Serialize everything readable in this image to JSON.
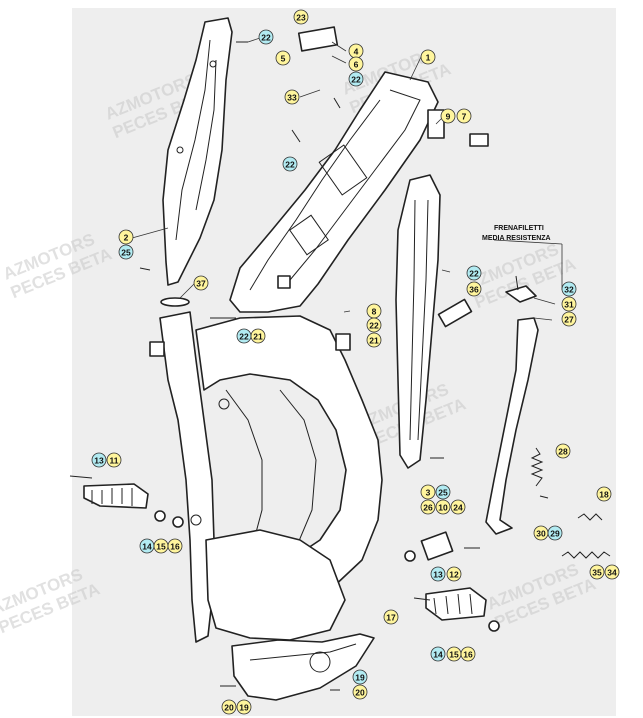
{
  "note_lines": [
    "FRENAFILETTI",
    "MEDIA RESISTENZA"
  ],
  "watermark": {
    "line1": "AZMOTORS",
    "line2": "PECES BETA"
  },
  "colors": {
    "yellow": "#fff59d",
    "cyan": "#b2ebf2",
    "panel": "#eeeeee"
  },
  "callouts": [
    {
      "label": "23",
      "color": "yellow"
    },
    {
      "label": "22",
      "color": "cyan"
    },
    {
      "label": "4",
      "color": "yellow"
    },
    {
      "label": "5",
      "color": "yellow"
    },
    {
      "label": "6",
      "color": "yellow"
    },
    {
      "label": "22",
      "color": "cyan"
    },
    {
      "label": "1",
      "color": "yellow"
    },
    {
      "label": "33",
      "color": "yellow"
    },
    {
      "label": "9",
      "color": "yellow"
    },
    {
      "label": "7",
      "color": "yellow"
    },
    {
      "label": "22",
      "color": "cyan"
    },
    {
      "label": "2",
      "color": "yellow"
    },
    {
      "label": "25",
      "color": "cyan"
    },
    {
      "label": "37",
      "color": "yellow"
    },
    {
      "label": "22",
      "color": "cyan"
    },
    {
      "label": "32",
      "color": "cyan"
    },
    {
      "label": "36",
      "color": "yellow"
    },
    {
      "label": "31",
      "color": "yellow"
    },
    {
      "label": "8",
      "color": "yellow"
    },
    {
      "label": "27",
      "color": "yellow"
    },
    {
      "label": "22",
      "color": "yellow"
    },
    {
      "label": "22",
      "color": "cyan"
    },
    {
      "label": "21",
      "color": "yellow"
    },
    {
      "label": "21",
      "color": "yellow"
    },
    {
      "label": "28",
      "color": "yellow"
    },
    {
      "label": "13",
      "color": "cyan"
    },
    {
      "label": "11",
      "color": "yellow"
    },
    {
      "label": "3",
      "color": "yellow"
    },
    {
      "label": "25",
      "color": "cyan"
    },
    {
      "label": "18",
      "color": "yellow"
    },
    {
      "label": "26",
      "color": "yellow"
    },
    {
      "label": "10",
      "color": "yellow"
    },
    {
      "label": "24",
      "color": "yellow"
    },
    {
      "label": "30",
      "color": "yellow"
    },
    {
      "label": "29",
      "color": "cyan"
    },
    {
      "label": "14",
      "color": "cyan"
    },
    {
      "label": "15",
      "color": "yellow"
    },
    {
      "label": "16",
      "color": "yellow"
    },
    {
      "label": "13",
      "color": "cyan"
    },
    {
      "label": "12",
      "color": "yellow"
    },
    {
      "label": "35",
      "color": "yellow"
    },
    {
      "label": "34",
      "color": "yellow"
    },
    {
      "label": "17",
      "color": "yellow"
    },
    {
      "label": "14",
      "color": "cyan"
    },
    {
      "label": "15",
      "color": "yellow"
    },
    {
      "label": "16",
      "color": "yellow"
    },
    {
      "label": "19",
      "color": "cyan"
    },
    {
      "label": "20",
      "color": "yellow"
    },
    {
      "label": "20",
      "color": "yellow"
    },
    {
      "label": "19",
      "color": "yellow"
    }
  ]
}
